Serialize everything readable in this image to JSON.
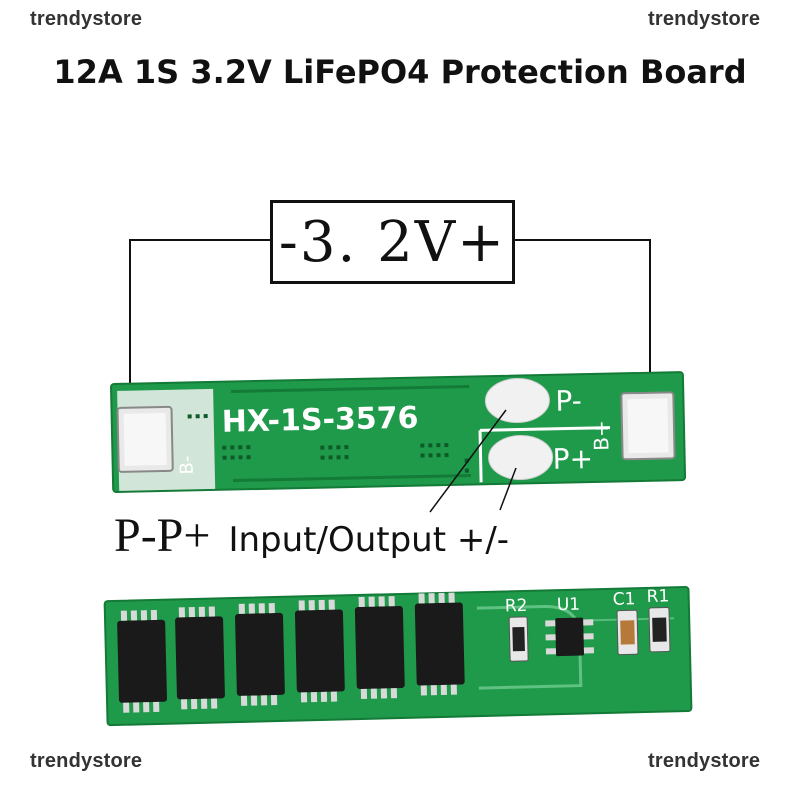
{
  "watermark": {
    "top_left": "trendystore",
    "top_right": "trendystore",
    "bottom_left": "trendystore",
    "bottom_right": "trendystore"
  },
  "title": "12A 1S 3.2V LiFePO4 Protection Board",
  "voltage_label": "-3. 2V+",
  "io_label": {
    "pins": "P-P+",
    "text": "Input/Output +/-"
  },
  "board_top": {
    "model": "HX-1S-3576",
    "pad_pminus": "P-",
    "pad_pplus": "P+",
    "pad_bplus": "B+",
    "pad_bminus": "B-"
  },
  "board_bottom": {
    "r2": "R2",
    "u1": "U1",
    "c1": "C1",
    "r1": "R1"
  },
  "colors": {
    "pcb": "#1f9a4a",
    "pcb_dark": "#137a37",
    "silkscreen": "#ffffff",
    "chip": "#1a1a1a"
  }
}
